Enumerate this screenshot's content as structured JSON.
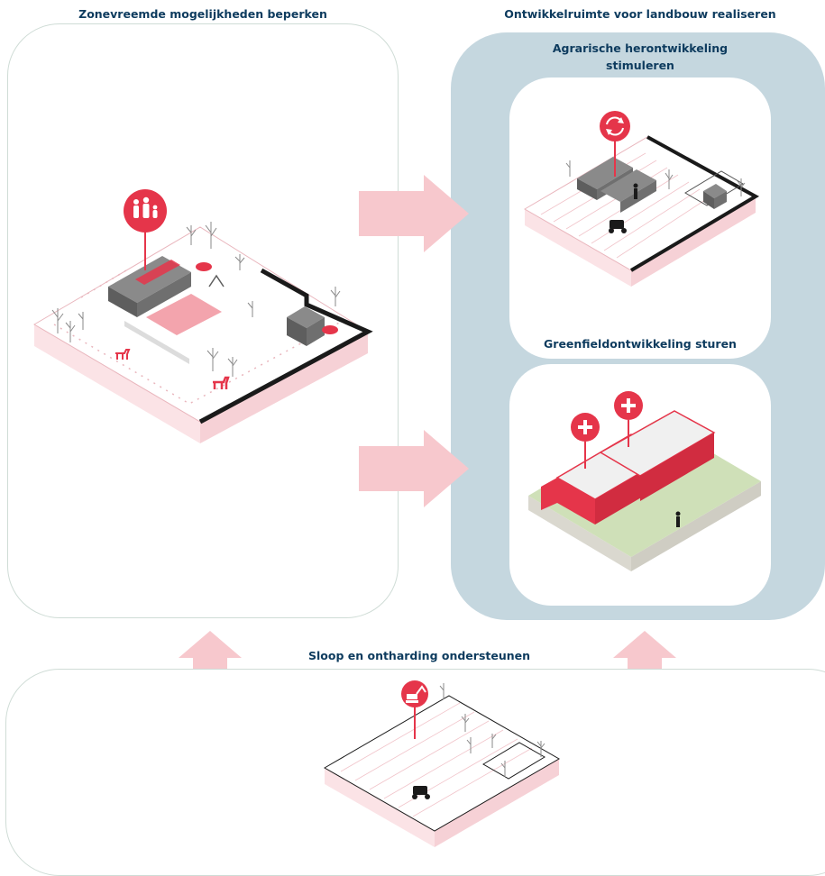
{
  "headings": {
    "left": "Zonevreemde mogelijkheden beperken",
    "right": "Ontwikkelruimte voor landbouw realiseren",
    "card_top_line1": "Agrarische herontwikkeling",
    "card_top_line2": "stimuleren",
    "card_bottom": "Greenfieldontwikkeling sturen",
    "bottom": "Sloop en ontharding ondersteunen"
  },
  "colors": {
    "heading": "#0d3b5e",
    "accent_red": "#e5354a",
    "arrow_pink": "#f7c8cd",
    "panel_blue": "#c5d7df",
    "ground_pink": "#fbe3e6",
    "grass_green": "#cfe0b8",
    "building_grey": "#6b6b6b"
  },
  "icons": {
    "left": "family-icon",
    "card_top": "recycle-icon",
    "card_bottom": "plus-icon",
    "bottom": "excavator-icon"
  }
}
